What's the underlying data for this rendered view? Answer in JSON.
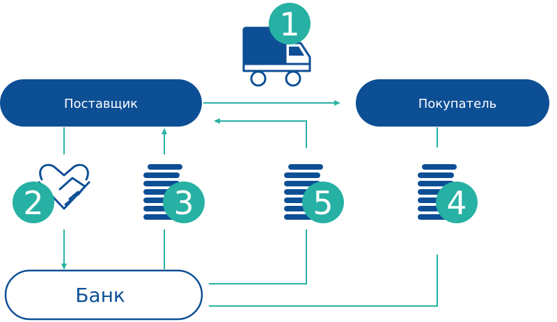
{
  "nodes": {
    "supplier": {
      "label": "Поставщик"
    },
    "buyer": {
      "label": "Покупатель"
    },
    "bank": {
      "label": "Банк"
    }
  },
  "steps": [
    {
      "number": "1",
      "icon": "delivery-truck-icon"
    },
    {
      "number": "2",
      "icon": "handshake-icon"
    },
    {
      "number": "3",
      "icon": "coin-stack-icon"
    },
    {
      "number": "4",
      "icon": "coin-stack-icon"
    },
    {
      "number": "5",
      "icon": "coin-stack-icon"
    }
  ],
  "colors": {
    "navy": "#0d4f95",
    "teal": "#27b1a4",
    "white": "#ffffff"
  }
}
